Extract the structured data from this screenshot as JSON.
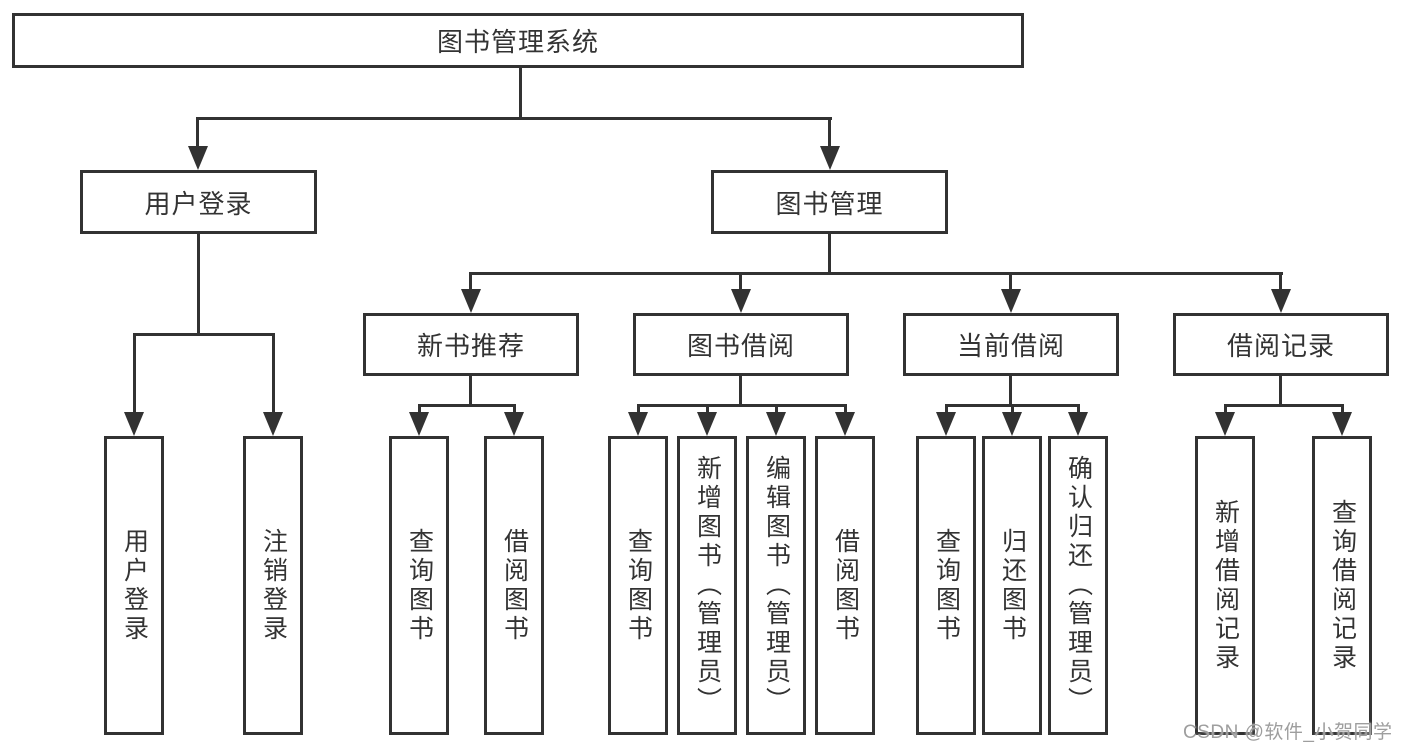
{
  "diagram": {
    "root": {
      "label": "图书管理系统"
    },
    "level2": [
      {
        "label": "用户登录"
      },
      {
        "label": "图书管理"
      }
    ],
    "level3": [
      {
        "label": "新书推荐"
      },
      {
        "label": "图书借阅"
      },
      {
        "label": "当前借阅"
      },
      {
        "label": "借阅记录"
      }
    ],
    "leaves": [
      {
        "label": "用户登录"
      },
      {
        "label": "注销登录"
      },
      {
        "label": "查询图书"
      },
      {
        "label": "借阅图书"
      },
      {
        "label": "查询图书"
      },
      {
        "label": "新增图书（管理员）"
      },
      {
        "label": "编辑图书（管理员）"
      },
      {
        "label": "借阅图书"
      },
      {
        "label": "查询图书"
      },
      {
        "label": "归还图书"
      },
      {
        "label": "确认归还（管理员）"
      },
      {
        "label": "新增借阅记录"
      },
      {
        "label": "查询借阅记录"
      }
    ],
    "watermark": "CSDN @软件_小贺同学",
    "colors": {
      "line": "#323232",
      "text": "#333333",
      "watermark": "#9e9e9e",
      "background": "#ffffff"
    }
  }
}
